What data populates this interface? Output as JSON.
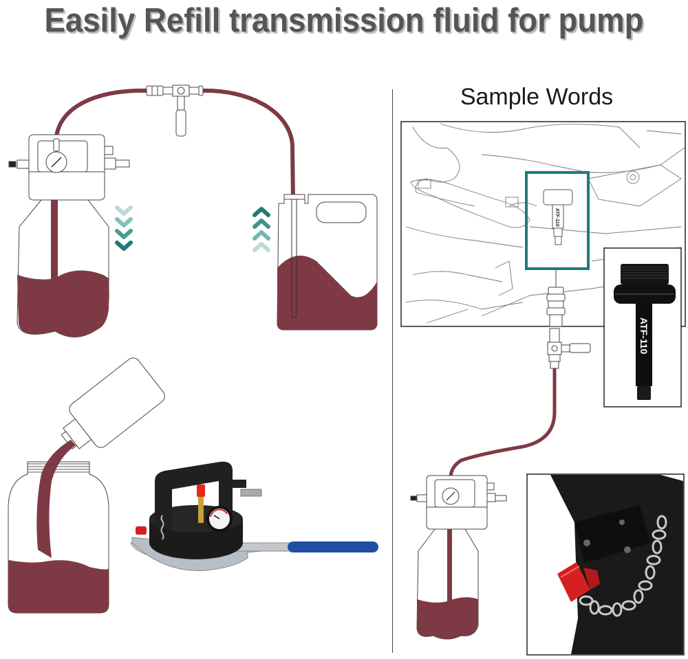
{
  "header": {
    "title": "Easily Refill transmission fluid for pump"
  },
  "right_panel": {
    "heading": "Sample Words",
    "adapter_callout_label": "ATF-110",
    "adapter_product_label": "ATF-110"
  },
  "icons": {
    "down_arrows": "chevron-down-icon x4",
    "up_arrows": "chevron-up-icon x4"
  },
  "colors": {
    "fluid": "#7e3a44",
    "teal_accent": "#1e7b78",
    "teal_light": "#9dcfca",
    "title_text": "#555555",
    "handle_blue": "#1f4ea3",
    "red_valve": "#d42020"
  }
}
